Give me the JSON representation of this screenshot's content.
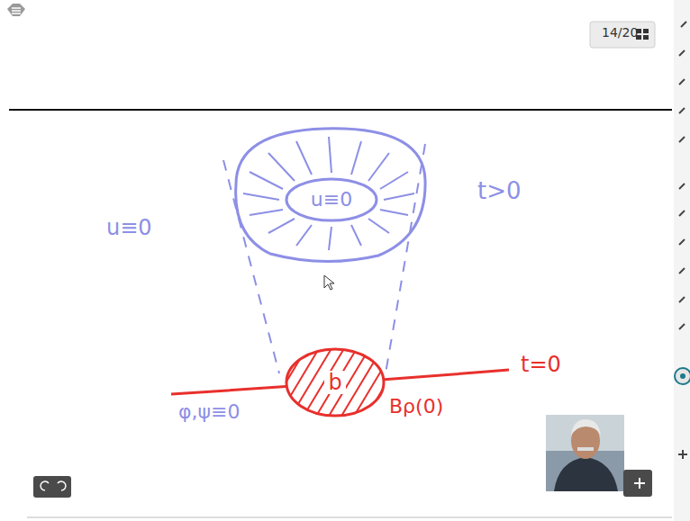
{
  "diagram": {
    "nodes": [
      {
        "text": [
          "u≡0"
        ]
      },
      {
        "text": [
          "b",
          "Bρ(0)"
        ]
      }
    ],
    "labels": [
      "14/20",
      "u≡0",
      "t>0",
      "t=0",
      "φ,ψ≡0"
    ]
  }
}
